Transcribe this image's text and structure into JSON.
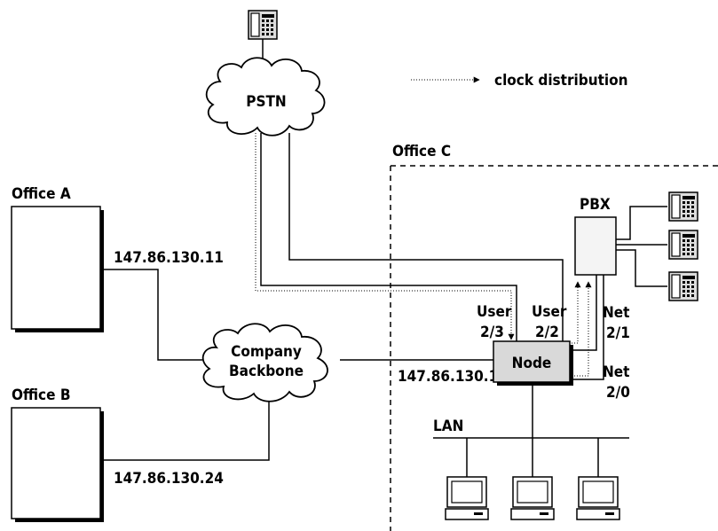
{
  "legend": {
    "clock_distribution": "clock distribution"
  },
  "clouds": {
    "pstn": "PSTN",
    "backbone_line1": "Company",
    "backbone_line2": "Backbone"
  },
  "offices": {
    "a": "Office A",
    "b": "Office B",
    "c": "Office C"
  },
  "ips": {
    "office_a": "147.86.130.11",
    "office_b": "147.86.130.24",
    "node": "147.86.130.1"
  },
  "node": "Node",
  "pbx": "PBX",
  "lan": "LAN",
  "ports": {
    "user_23_l1": "User",
    "user_23_l2": "2/3",
    "user_22_l1": "User",
    "user_22_l2": "2/2",
    "net_21_l1": "Net",
    "net_21_l2": "2/1",
    "net_20_l1": "Net",
    "net_20_l2": "2/0"
  }
}
